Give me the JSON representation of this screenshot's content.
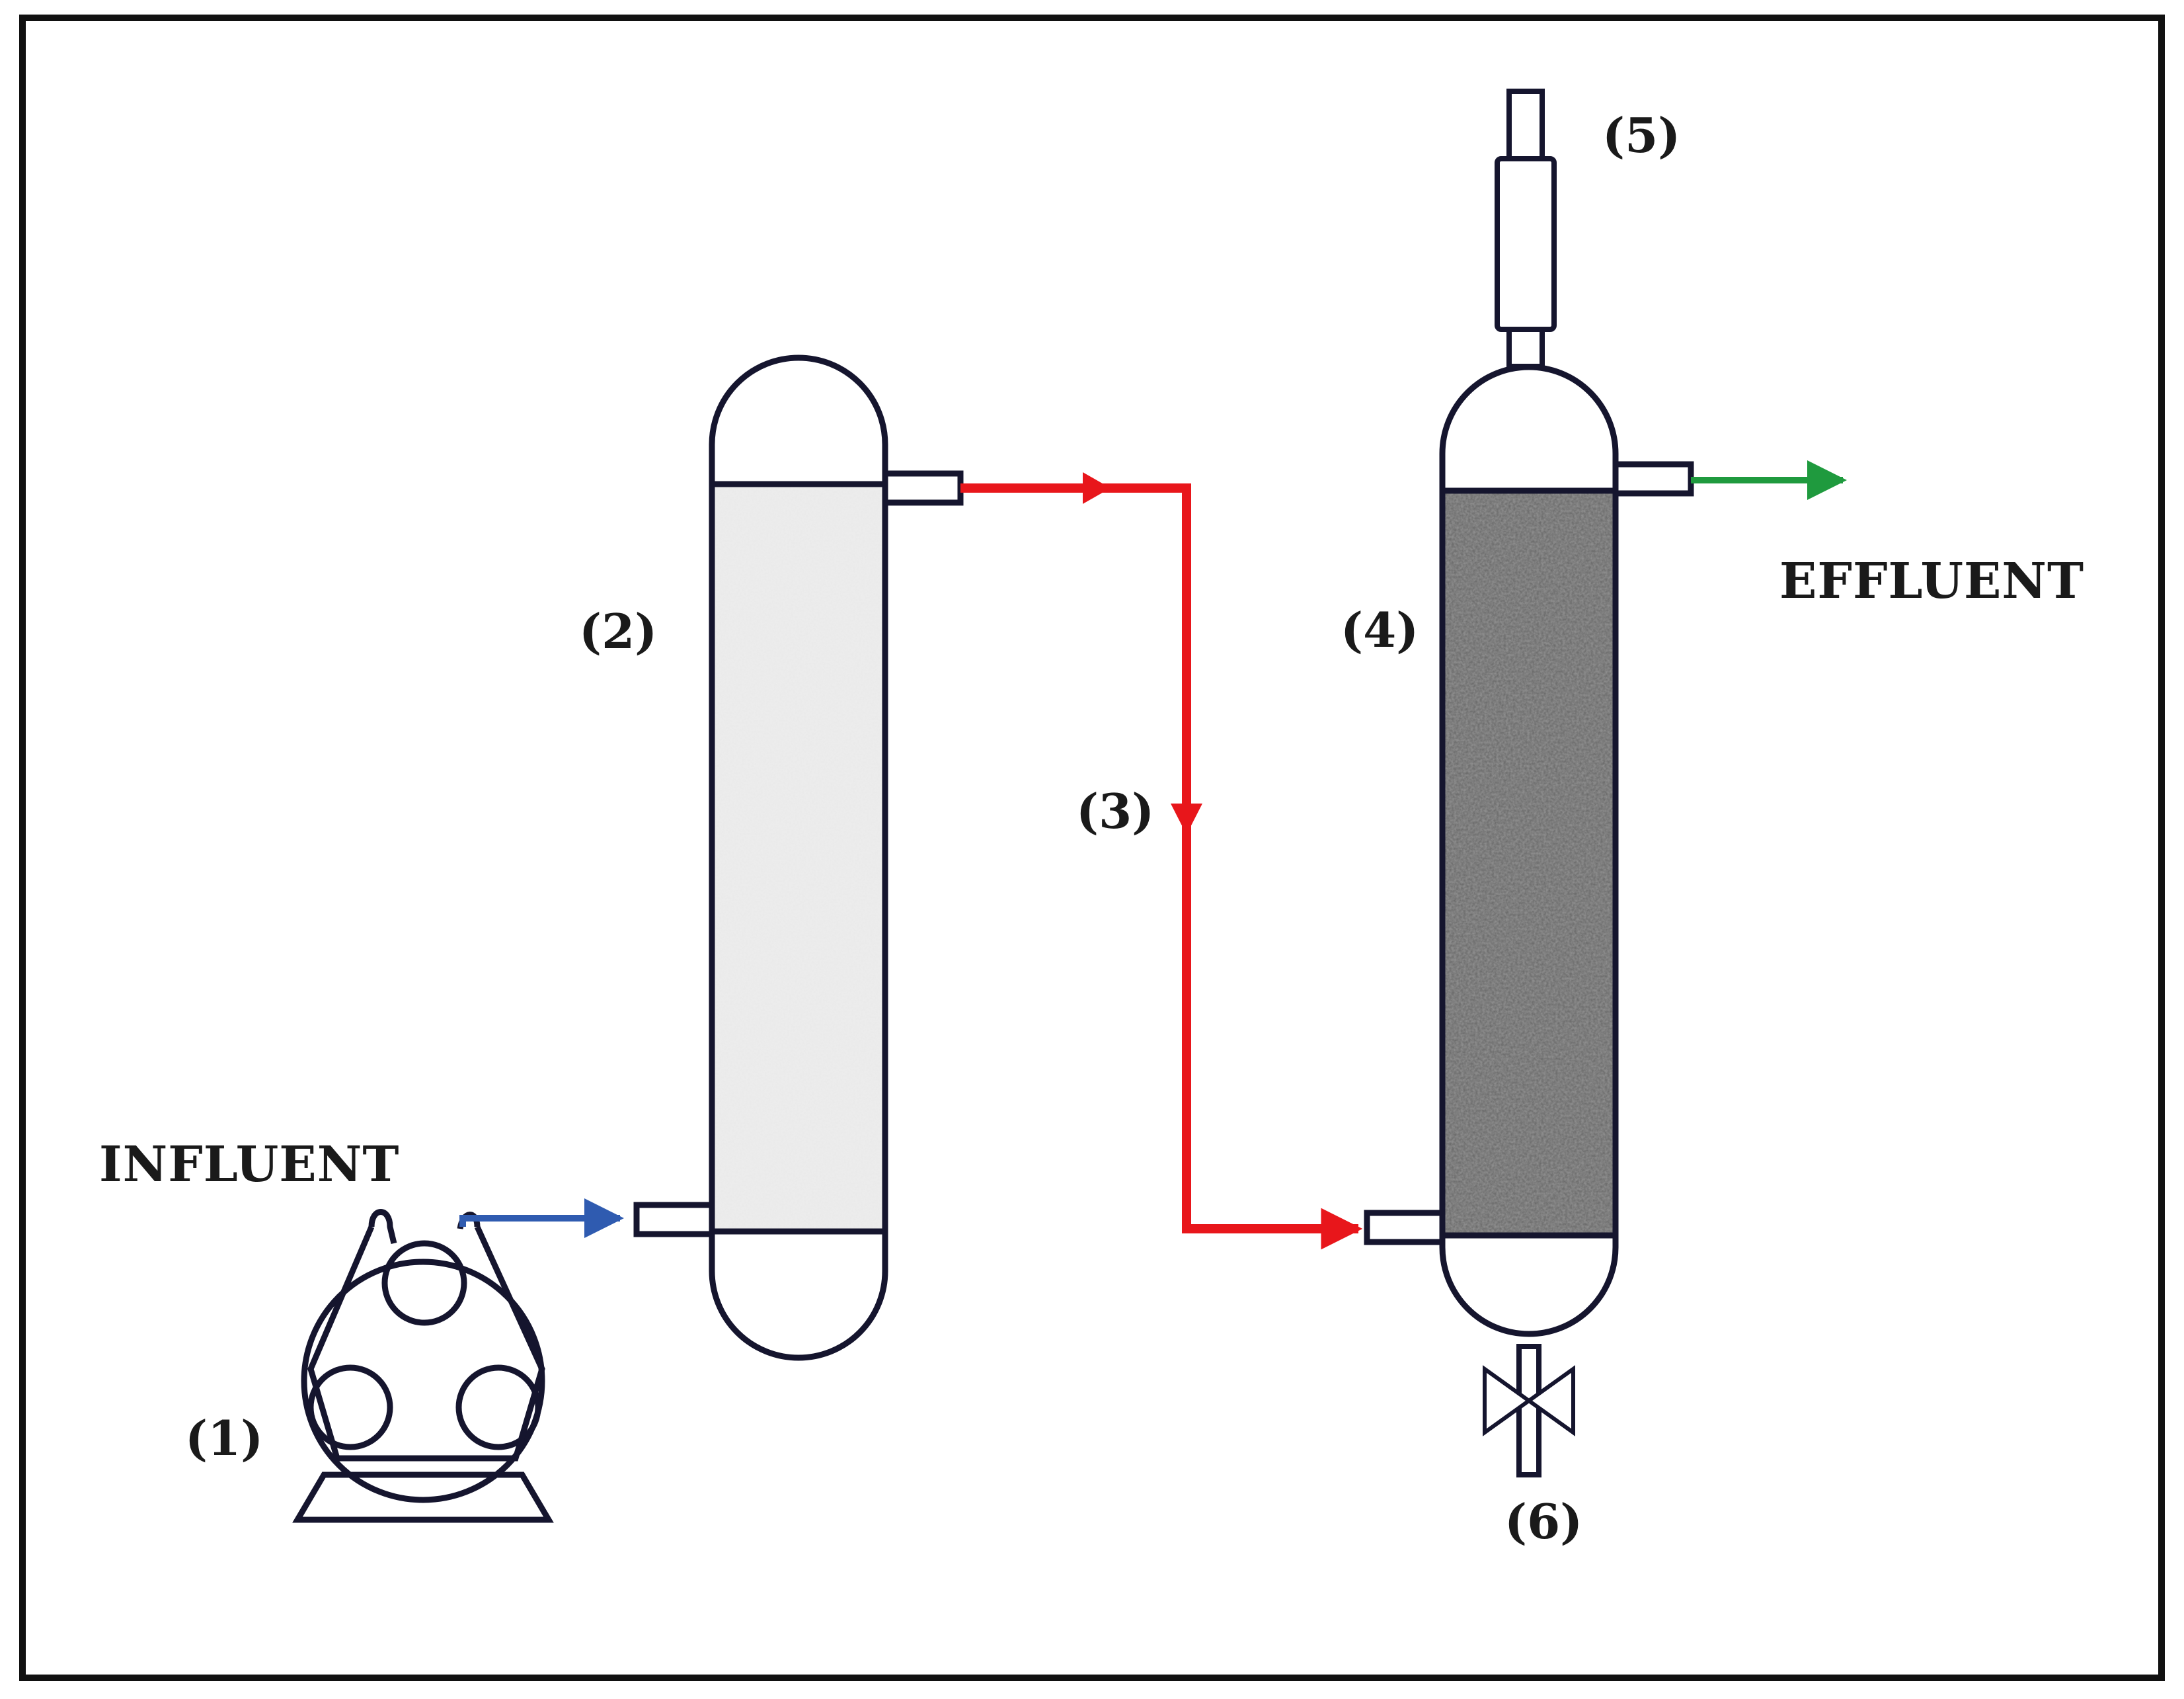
{
  "labels": {
    "influent": "INFLUENT",
    "effluent": "EFFLUENT",
    "pump": "(1)",
    "column_1": "(2)",
    "connecting_line": "(3)",
    "column_2": "(4)",
    "top_fitting": "(5)",
    "drain_valve": "(6)"
  },
  "colors": {
    "influent_flow": "#2f5bb0",
    "intermediate_flow": "#e8161b",
    "effluent_flow": "#1f9a3e",
    "outline": "#15152e",
    "frame": "#111111",
    "media_light": "#e9e9e9",
    "media_dark": "#8c8c8c"
  }
}
